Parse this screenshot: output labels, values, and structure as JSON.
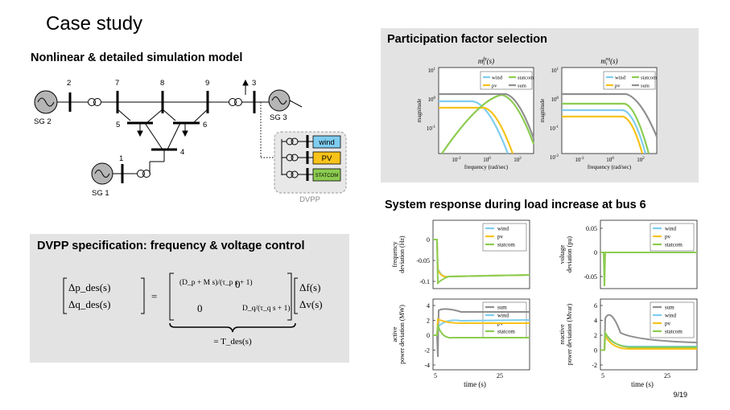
{
  "slide": {
    "title": "Case study",
    "page": "9/19",
    "left_heading": "Nonlinear & detailed simulation model",
    "right_top_heading": "Participation factor selection",
    "right_bottom_heading": "System response during load increase at bus 6"
  },
  "network": {
    "bus_labels": [
      "2",
      "7",
      "8",
      "9",
      "3",
      "5",
      "6",
      "4",
      "1"
    ],
    "generators": [
      "SG 2",
      "SG 3",
      "SG 1"
    ],
    "dvpp_label": "DVPP",
    "dvpp_units": [
      "wind",
      "PV",
      "STATCOM"
    ],
    "colors": {
      "wind": "#7ecdf0",
      "pv": "#f7c21a",
      "statcom": "#8ccc50"
    }
  },
  "spec": {
    "heading": "DVPP specification: frequency & voltage control",
    "lhs": [
      "Δp_des(s)",
      "Δq_des(s)"
    ],
    "matrix": [
      "(D_p + M s)/(τ_p s + 1)",
      "0",
      "0",
      "D_q/(τ_q s + 1)"
    ],
    "rhs": [
      "Δf(s)",
      "Δv(s)"
    ],
    "underbrace": "= T_des(s)"
  },
  "participation": {
    "plots": [
      {
        "title": "m_i^fp(s)",
        "ylabel": "magnitude",
        "xlabel": "frequency (rad/sec)"
      },
      {
        "title": "m_i^vq(s)",
        "ylabel": "magnitude",
        "xlabel": "frequency (rad/sec)"
      }
    ],
    "legend": [
      "wind",
      "statcom",
      "pv",
      "sum"
    ],
    "ytick_left": [
      "10^1",
      "10^0",
      "10^-1"
    ],
    "ytick_right": [
      "10^1",
      "10^0",
      "10^-1",
      "10^-2"
    ],
    "xtick": [
      "10^-2",
      "10^0",
      "10^2"
    ]
  },
  "response": {
    "plots": [
      {
        "ylabel": "frequency deviation (Hz)",
        "yticks": [
          "0",
          "-0.05",
          "-0.1"
        ],
        "legend": [
          "wind",
          "pv",
          "statcom"
        ]
      },
      {
        "ylabel": "voltage deviation (pu)",
        "yticks": [
          "0.05",
          "0",
          "-0.05"
        ],
        "legend": [
          "wind",
          "pv",
          "statcom"
        ]
      },
      {
        "ylabel": "active power deviation (MW)",
        "yticks": [
          "4",
          "2",
          "0",
          "-2",
          "-4"
        ],
        "legend": [
          "sum",
          "wind",
          "pv",
          "statcom"
        ],
        "xlabel": "time (s)",
        "xticks": [
          "5",
          "25"
        ]
      },
      {
        "ylabel": "reactive power deviation (Mvar)",
        "yticks": [
          "6",
          "4",
          "2",
          "0",
          "-2"
        ],
        "legend": [
          "sum",
          "wind",
          "pv",
          "statcom"
        ],
        "xlabel": "time (s)",
        "xticks": [
          "5",
          "25"
        ]
      }
    ]
  },
  "chart_data": [
    {
      "type": "line",
      "title": "m_i^fp(s)",
      "xlabel": "frequency (rad/sec)",
      "ylabel": "magnitude",
      "x_scale": "log",
      "y_scale": "log",
      "series": [
        {
          "name": "wind"
        },
        {
          "name": "pv"
        },
        {
          "name": "statcom"
        },
        {
          "name": "sum"
        }
      ]
    },
    {
      "type": "line",
      "title": "m_i^vq(s)",
      "xlabel": "frequency (rad/sec)",
      "ylabel": "magnitude",
      "x_scale": "log",
      "y_scale": "log",
      "series": [
        {
          "name": "wind"
        },
        {
          "name": "pv"
        },
        {
          "name": "statcom"
        },
        {
          "name": "sum"
        }
      ]
    },
    {
      "type": "line",
      "ylabel": "frequency deviation (Hz)",
      "series": [
        {
          "name": "wind"
        },
        {
          "name": "pv"
        },
        {
          "name": "statcom"
        }
      ]
    },
    {
      "type": "line",
      "ylabel": "voltage deviation (pu)",
      "series": [
        {
          "name": "wind"
        },
        {
          "name": "pv"
        },
        {
          "name": "statcom"
        }
      ]
    },
    {
      "type": "line",
      "ylabel": "active power deviation (MW)",
      "xlabel": "time (s)",
      "series": [
        {
          "name": "sum"
        },
        {
          "name": "wind"
        },
        {
          "name": "pv"
        },
        {
          "name": "statcom"
        }
      ]
    },
    {
      "type": "line",
      "ylabel": "reactive power deviation (Mvar)",
      "xlabel": "time (s)",
      "series": [
        {
          "name": "sum"
        },
        {
          "name": "wind"
        },
        {
          "name": "pv"
        },
        {
          "name": "statcom"
        }
      ]
    }
  ]
}
